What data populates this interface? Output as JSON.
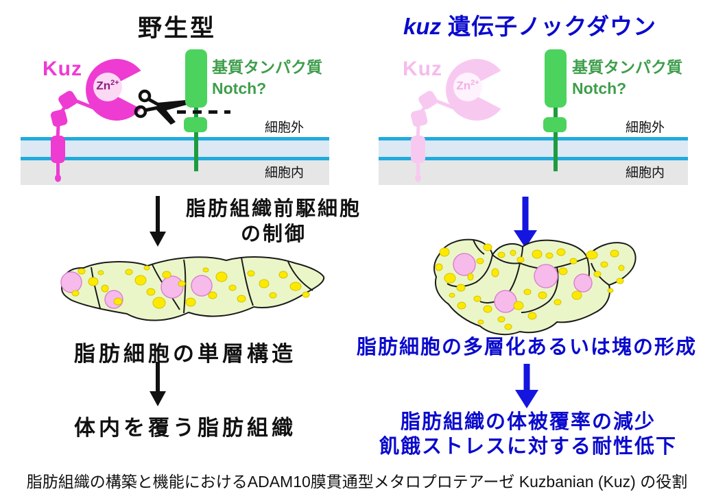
{
  "left_panel": {
    "title": "野生型",
    "kuz_label": "Kuz",
    "zn_base": "Zn",
    "zn_sup": "2+",
    "substrate_line1": "基質タンパク質",
    "substrate_line2": "Notch?",
    "extracellular": "細胞外",
    "intracellular": "細胞内",
    "process_line1": "脂肪組織前駆細胞",
    "process_line2": "の制御",
    "result1": "脂肪細胞の単層構造",
    "result2": "体内を覆う脂肪組織"
  },
  "right_panel": {
    "title_gene": "kuz",
    "title_rest": "遺伝子ノックダウン",
    "kuz_label": "Kuz",
    "zn_base": "Zn",
    "zn_sup": "2+",
    "substrate_line1": "基質タンパク質",
    "substrate_line2": "Notch?",
    "extracellular": "細胞外",
    "intracellular": "細胞内",
    "result1": "脂肪細胞の多層化あるいは塊の形成",
    "result2_line1": "脂肪組織の体被覆率の減少",
    "result2_line2": "飢餓ストレスに対する耐性低下"
  },
  "caption": "脂肪組織の構築と機能におけるADAM10膜貫通型メタロプロテアーゼ Kuzbanian (Kuz) の役割",
  "colors": {
    "kuz_magenta": "#EE3BD2",
    "kuz_faded_pink": "#F8C9F0",
    "substrate_green": "#4BD35E",
    "stem_dark_green": "#1C9C3E",
    "label_green": "#3E9E4B",
    "membrane_cyan": "#1FABDC",
    "membrane_fill": "#DCE8F4",
    "cytoplasm_gray": "#E6E6E6",
    "cell_fill": "#EAF6C8",
    "nucleus_pink": "#F6BBEB",
    "lipid_yellow": "#FFE900",
    "knockdown_blue": "#0A0ACD",
    "arrow_blue": "#1515E0",
    "arrow_black": "#111111"
  }
}
